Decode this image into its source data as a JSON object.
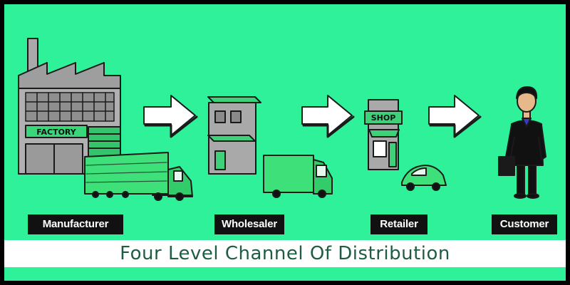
{
  "stages": {
    "manufacturer": {
      "label": "Manufacturer",
      "sign": "FACTORY"
    },
    "wholesaler": {
      "label": "Wholesaler"
    },
    "retailer": {
      "label": "Retailer",
      "sign": "SHOP"
    },
    "customer": {
      "label": "Customer"
    }
  },
  "title": "Four Level Channel Of Distribution",
  "colors": {
    "background": "#2ef19a",
    "building": "#a9a9a9",
    "truck": "#3ee07a",
    "label_bg": "#111111",
    "title_text": "#1f5d43"
  }
}
